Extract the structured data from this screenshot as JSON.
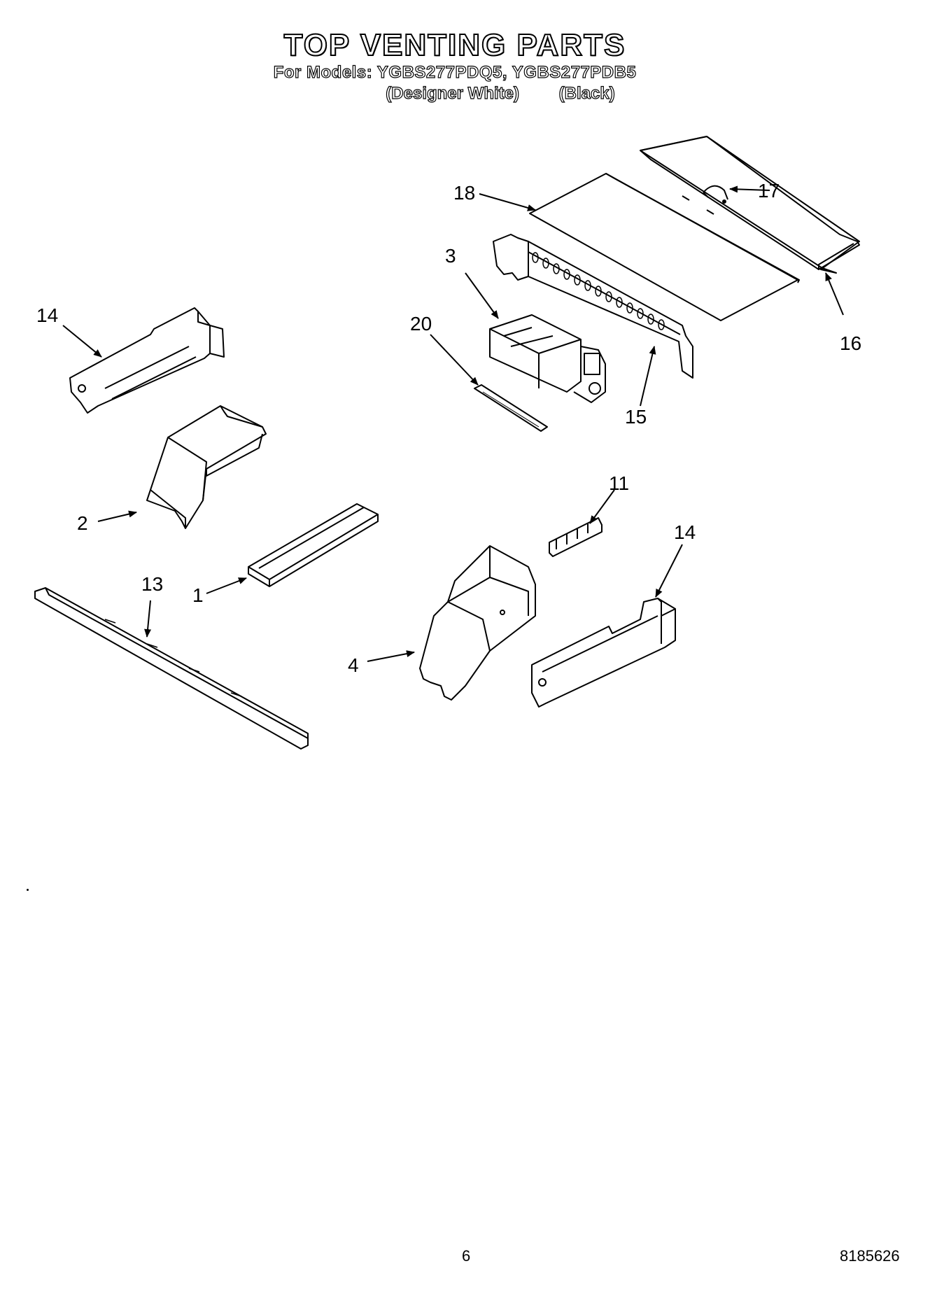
{
  "header": {
    "title": "TOP VENTING PARTS",
    "models": "For Models: YGBS277PDQ5, YGBS277PDB5",
    "color_white": "(Designer White)",
    "color_black": "(Black)"
  },
  "callouts": [
    "18",
    "17",
    "3",
    "16",
    "14",
    "20",
    "15",
    "2",
    "11",
    "13",
    "1",
    "14",
    "4"
  ],
  "footer": {
    "page_number": "6",
    "document_number": "8185626"
  }
}
